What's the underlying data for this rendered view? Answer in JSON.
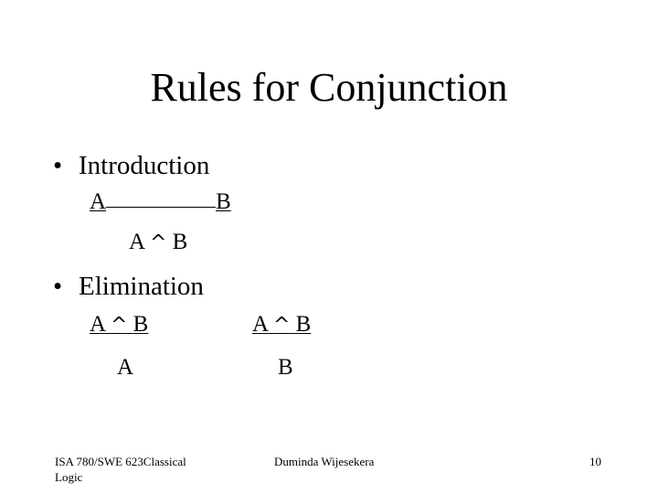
{
  "slide": {
    "title": "Rules for Conjunction",
    "introduction": {
      "bullet": "•",
      "label": "Introduction",
      "premise_left": "A",
      "premise_right": "B",
      "conclusion_a": "A",
      "conclusion_op": "^",
      "conclusion_b": "B"
    },
    "elimination": {
      "bullet": "•",
      "label": "Elimination",
      "rule1_premise_a": "A",
      "rule1_premise_op": "^",
      "rule1_premise_b": "B",
      "rule1_conclusion": "A",
      "rule2_premise_a": "A",
      "rule2_premise_op": "^",
      "rule2_premise_b": "B",
      "rule2_conclusion": "B"
    }
  },
  "footer": {
    "course_line1": "ISA 780/SWE 623Classical",
    "course_line2": "Logic",
    "author": "Duminda Wijesekera",
    "page_number": "10"
  }
}
